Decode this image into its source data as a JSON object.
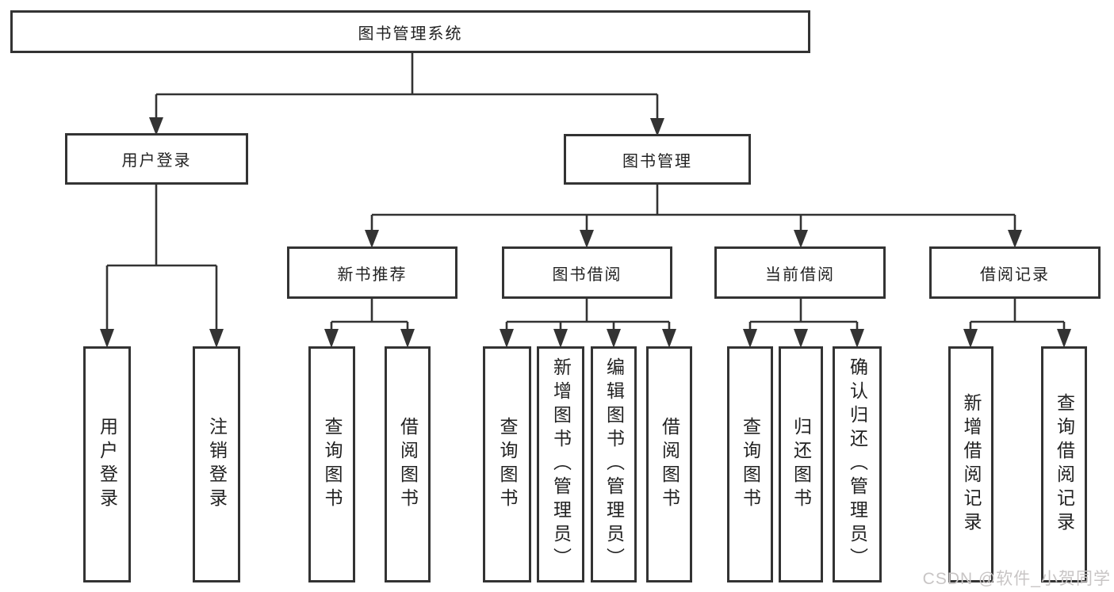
{
  "diagram": {
    "title": "图书管理系统",
    "level2": [
      {
        "label": "用户登录"
      },
      {
        "label": "图书管理"
      }
    ],
    "level3": [
      {
        "label": "新书推荐",
        "parent": "图书管理"
      },
      {
        "label": "图书借阅",
        "parent": "图书管理"
      },
      {
        "label": "当前借阅",
        "parent": "图书管理"
      },
      {
        "label": "借阅记录",
        "parent": "图书管理"
      }
    ],
    "leaves": [
      {
        "label": "用户登录",
        "parent": "用户登录"
      },
      {
        "label": "注销登录",
        "parent": "用户登录"
      },
      {
        "label": "查询图书",
        "parent": "新书推荐"
      },
      {
        "label": "借阅图书",
        "parent": "新书推荐"
      },
      {
        "label": "查询图书",
        "parent": "图书借阅"
      },
      {
        "label": "新增图书（管理员）",
        "parent": "图书借阅"
      },
      {
        "label": "编辑图书（管理员）",
        "parent": "图书借阅"
      },
      {
        "label": "借阅图书",
        "parent": "图书借阅"
      },
      {
        "label": "查询图书",
        "parent": "当前借阅"
      },
      {
        "label": "归还图书",
        "parent": "当前借阅"
      },
      {
        "label": "确认归还（管理员）",
        "parent": "当前借阅"
      },
      {
        "label": "新增借阅记录",
        "parent": "借阅记录"
      },
      {
        "label": "查询借阅记录",
        "parent": "借阅记录"
      }
    ]
  },
  "watermark": {
    "text": "CSDN @软件_小贺同学"
  },
  "colors": {
    "line": "#333333",
    "text": "#222222",
    "background": "#ffffff",
    "watermark": "#c8c5c5"
  }
}
